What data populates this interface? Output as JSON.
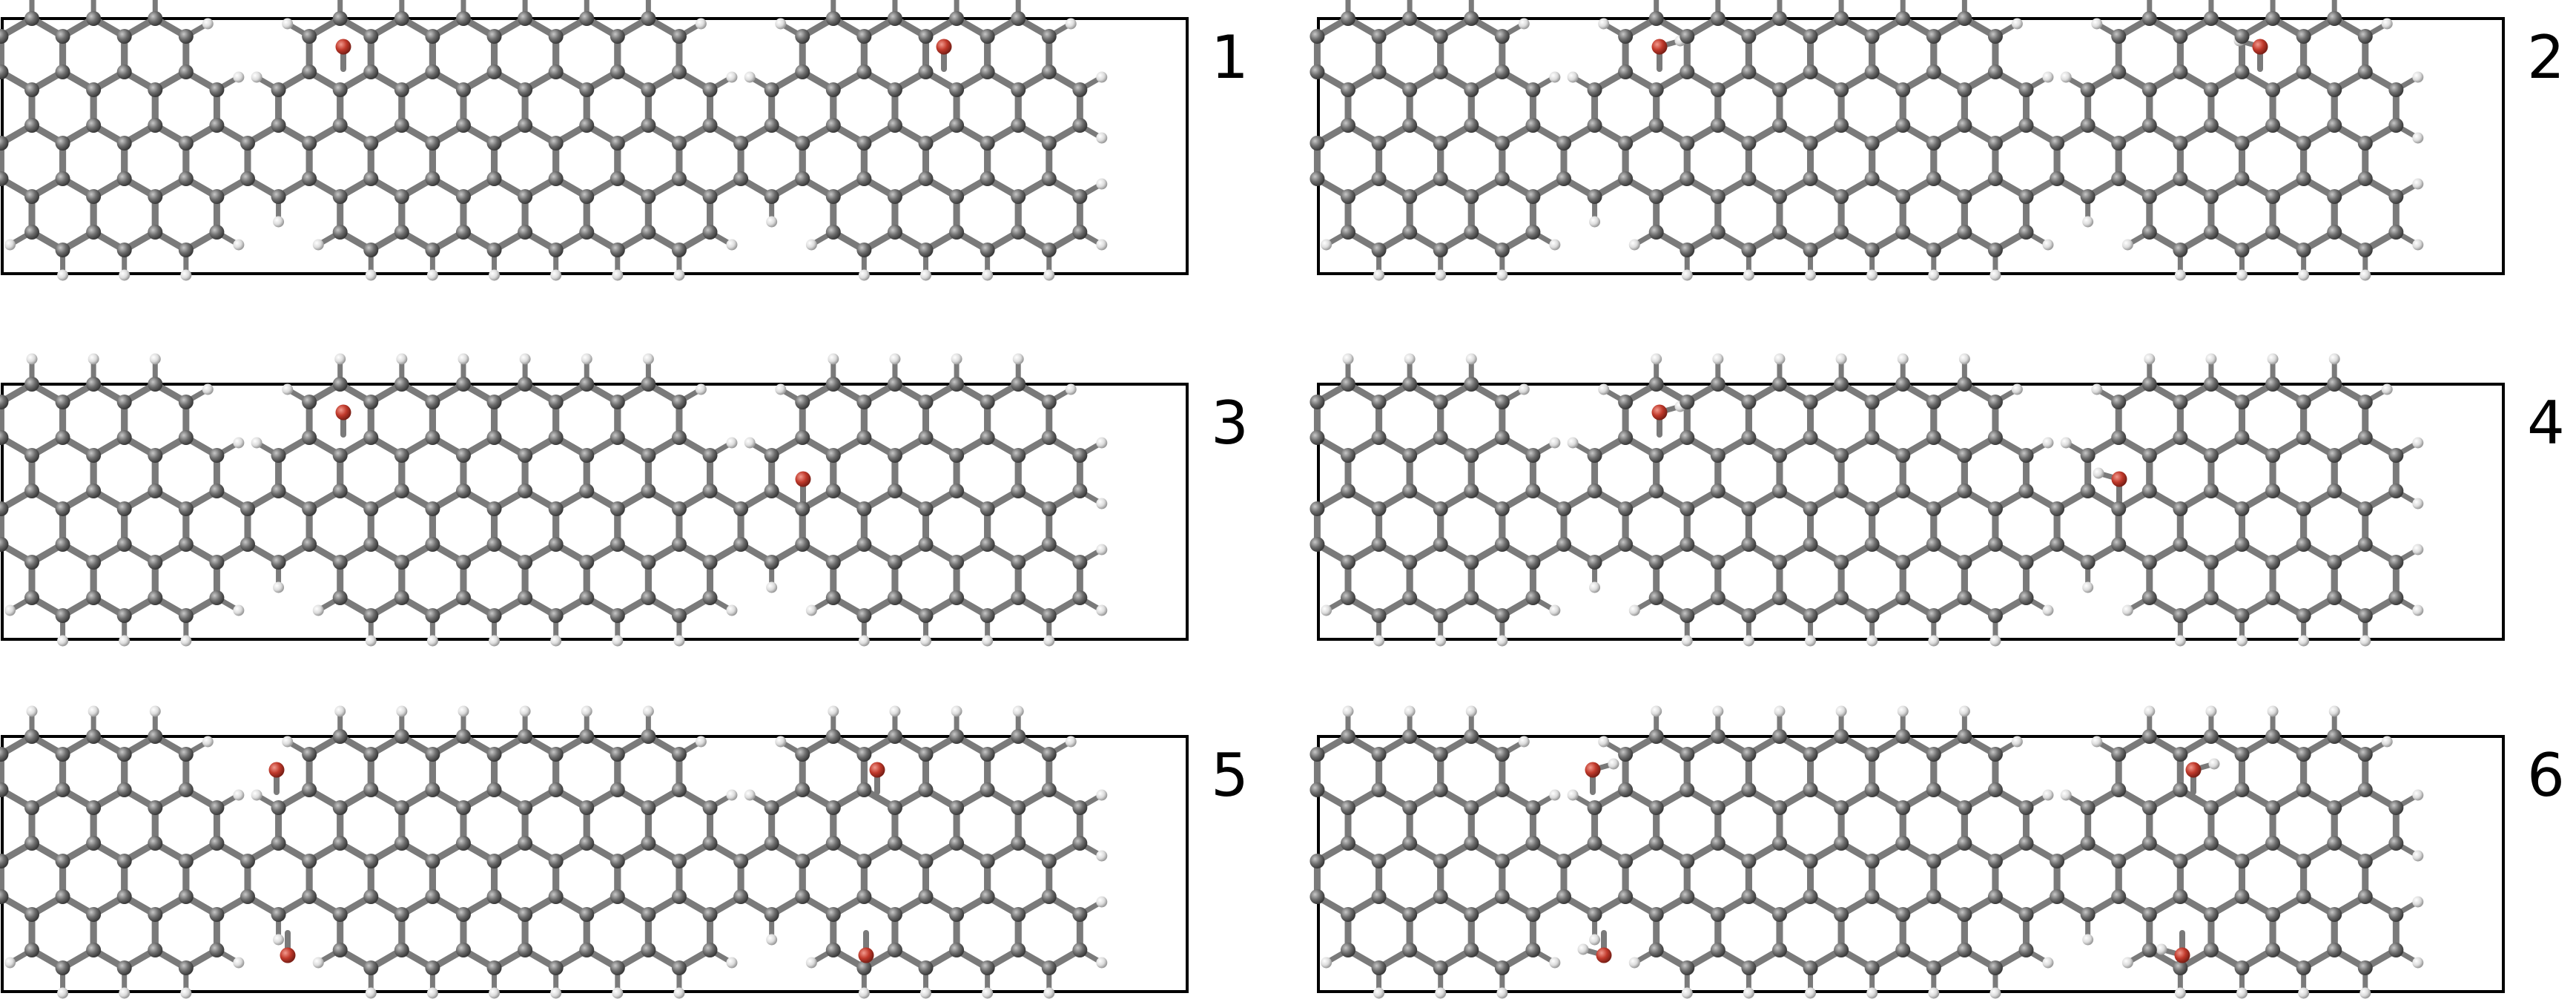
{
  "figure": {
    "panels": [
      {
        "label": "1",
        "hydroxyl_h": false,
        "para_oxygen": false,
        "top_oxygen_mirrored": false
      },
      {
        "label": "2",
        "hydroxyl_h": true,
        "para_oxygen": false,
        "top_oxygen_mirrored": false
      },
      {
        "label": "3",
        "hydroxyl_h": false,
        "para_oxygen": false,
        "top_oxygen_mirrored": true
      },
      {
        "label": "4",
        "hydroxyl_h": true,
        "para_oxygen": false,
        "top_oxygen_mirrored": true
      },
      {
        "label": "5",
        "hydroxyl_h": false,
        "para_oxygen": true,
        "top_oxygen_mirrored": false
      },
      {
        "label": "6",
        "hydroxyl_h": true,
        "para_oxygen": true,
        "top_oxygen_mirrored": false
      }
    ],
    "colors": {
      "carbon": "#6e6e6e",
      "carbon_highlight": "#b4b4b4",
      "hydrogen": "#e6e6e6",
      "hydrogen_edge": "#9a9a9a",
      "oxygen": "#c0392b",
      "oxygen_highlight": "#ef8a7e",
      "bond": "#7a7a7a",
      "cell_border": "#000000"
    }
  }
}
